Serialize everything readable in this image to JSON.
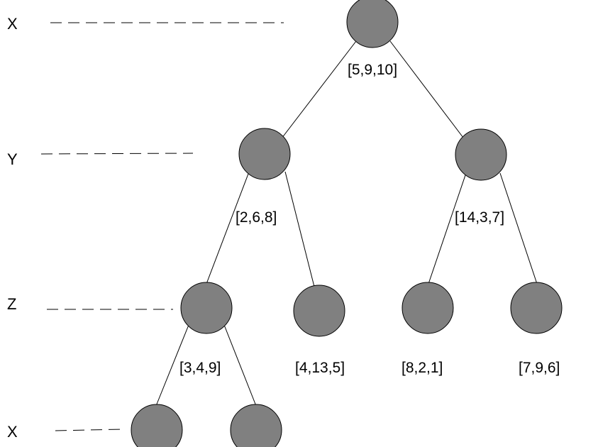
{
  "colors": {
    "node_fill": "#808080",
    "line": "#000000",
    "background": "#ffffff"
  },
  "levels": [
    {
      "label": "X"
    },
    {
      "label": "Y"
    },
    {
      "label": "Z"
    },
    {
      "label": "X"
    }
  ],
  "nodes": [
    {
      "id": "root",
      "level": 0
    },
    {
      "id": "y-left",
      "level": 1,
      "parent": "root",
      "edge_label": "[5,9,10]"
    },
    {
      "id": "y-right",
      "level": 1,
      "parent": "root"
    },
    {
      "id": "z-1",
      "level": 2,
      "parent": "y-left",
      "edge_label": "[2,6,8]"
    },
    {
      "id": "z-2",
      "level": 2,
      "parent": "y-left"
    },
    {
      "id": "z-3",
      "level": 2,
      "parent": "y-right",
      "edge_label": "[14,3,7]"
    },
    {
      "id": "z-4",
      "level": 2,
      "parent": "y-right"
    },
    {
      "id": "x-1",
      "level": 3,
      "parent": "z-1",
      "edge_label": "[3,4,9]"
    },
    {
      "id": "x-2",
      "level": 3,
      "parent": "z-1"
    }
  ],
  "leaf_values": [
    {
      "node": "z-2",
      "value": "[4,13,5]"
    },
    {
      "node": "z-3",
      "value": "[8,2,1]"
    },
    {
      "node": "z-4",
      "value": "[7,9,6]"
    }
  ]
}
